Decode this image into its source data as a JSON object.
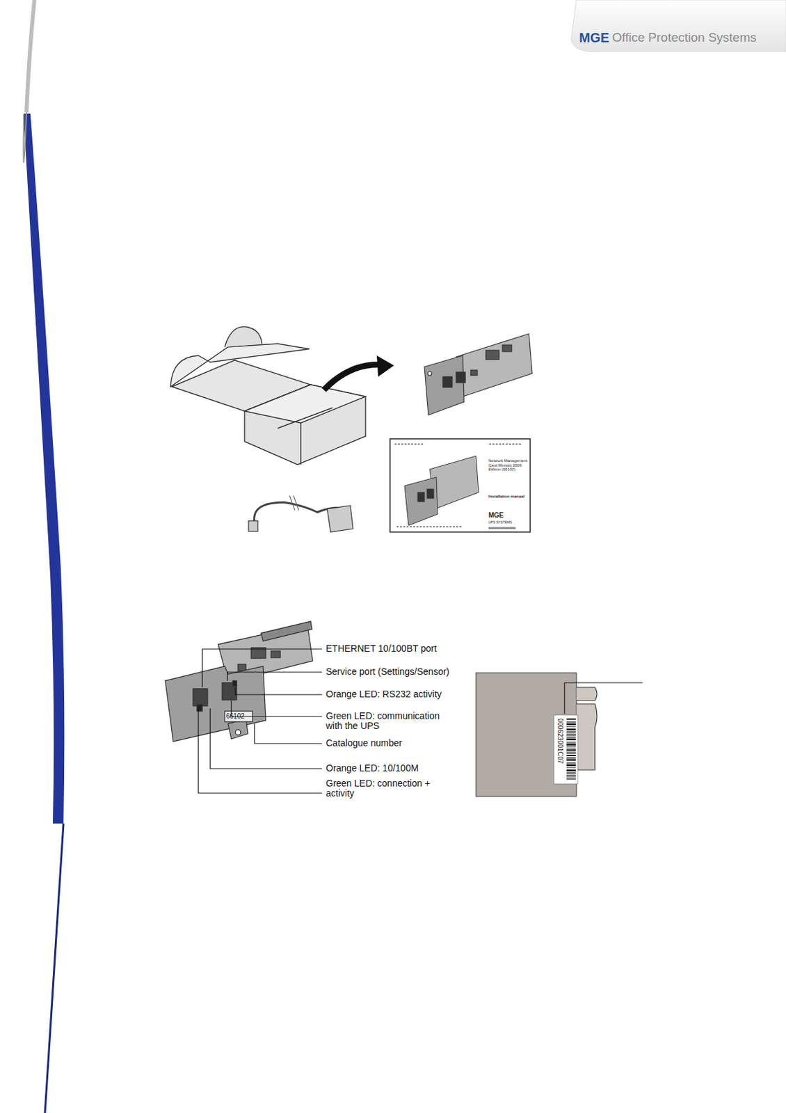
{
  "diagram": {
    "labels": [
      "MGE",
      "Office Protection Systems",
      "Network Management Card Minislot 2006 Edition (66102)",
      "Installation manual",
      "MGE",
      "UPS SYSTEMS",
      "ETHERNET 10/100BT port",
      "Service port (Settings/Sensor)",
      "Orange LED: RS232 activity",
      "Green LED: communication with the UPS",
      "Catalogue number",
      "Orange LED: 10/100M",
      "Green LED: connection + activity",
      "66102",
      "000623001C07"
    ]
  }
}
